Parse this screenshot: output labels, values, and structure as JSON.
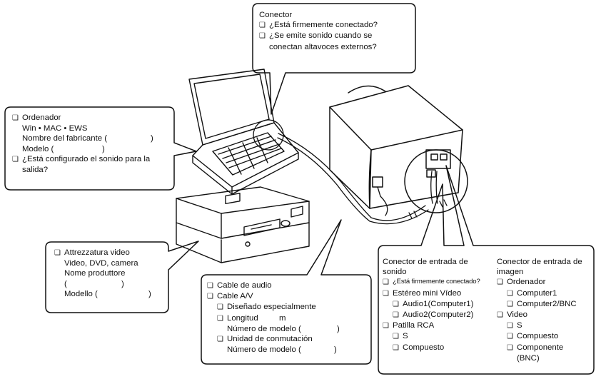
{
  "conector_box": {
    "title": "Conector",
    "q1": "¿Está firmemente conectado?",
    "q2_line1": "¿Se emite sonido cuando se",
    "q2_line2": "conectan altavoces externos?"
  },
  "ordenador_box": {
    "title": "Ordenador",
    "os": "Win • MAC • EWS",
    "maker": "Nombre del fabricante (",
    "maker_close": ")",
    "model": "Modelo (",
    "model_close": ")",
    "q_line1": "¿Está configurado el sonido para la",
    "q_line2": "salida?"
  },
  "video_box": {
    "title": "Attrezzatura video",
    "types": "Video, DVD, camera",
    "maker": "Nome produttore",
    "maker_open": "(",
    "maker_close": ")",
    "model": "Modello (",
    "model_close": ")"
  },
  "cable_box": {
    "audio": "Cable de audio",
    "av": "Cable A/V",
    "special": "Diseñado especialmente",
    "length": "Longitud",
    "length_unit": "m",
    "model_num": "Número de modelo (",
    "model_close": ")",
    "switch": "Unidad de conmutación",
    "model_num2": "Número de modelo (",
    "model_close2": ")"
  },
  "input_box": {
    "sound_h1": "Conector de entrada de",
    "sound_h2": "sonido",
    "sound_q": "¿Está firmemente conectado?",
    "stereo": "Estéreo mini Vídeo",
    "audio1": "Audio1(Computer1)",
    "audio2": "Audio2(Computer2)",
    "rca": "Patilla RCA",
    "s": "S",
    "compuesto": "Compuesto",
    "image_h1": "Conector de entrada de",
    "image_h2": "imagen",
    "ordenador": "Ordenador",
    "computer1": "Computer1",
    "computer2": "Computer2/BNC",
    "video": "Video",
    "vs": "S",
    "vcompuesto": "Compuesto",
    "componente": "Componente",
    "bnc": "(BNC)"
  }
}
